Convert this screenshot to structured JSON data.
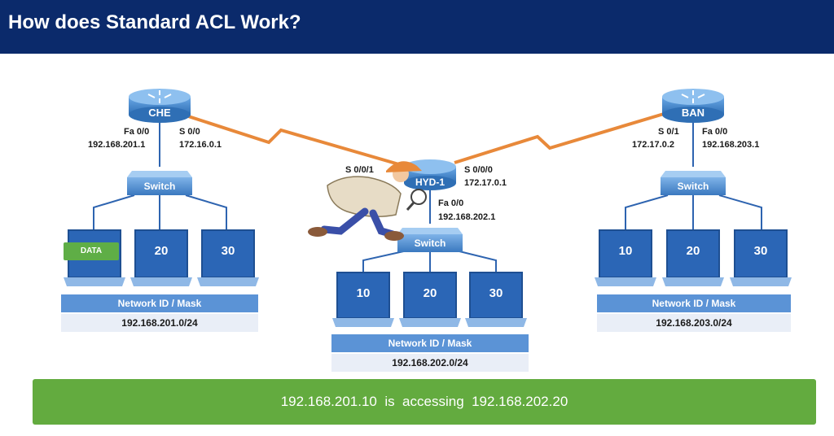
{
  "title": "How does Standard ACL Work?",
  "routers": {
    "che": {
      "name": "CHE",
      "fa_port": "Fa 0/0",
      "fa_ip": "192.168.201.1",
      "s_port": "S 0/0",
      "s_ip": "172.16.0.1"
    },
    "hyd": {
      "name": "HYD-1",
      "s1_port": "S 0/0/1",
      "s0_port": "S 0/0/0",
      "s0_ip": "172.17.0.1",
      "fa_port": "Fa 0/0",
      "fa_ip": "192.168.202.1"
    },
    "ban": {
      "name": "BAN",
      "s_port": "S 0/1",
      "s_ip": "172.17.0.2",
      "fa_port": "Fa 0/0",
      "fa_ip": "192.168.203.1"
    }
  },
  "switch_label": "Switch",
  "networks": {
    "left": {
      "pcs": [
        "20",
        "30"
      ],
      "data_tag": "DATA",
      "bar_label": "Network ID / Mask",
      "address": "192.168.201.0/24"
    },
    "middle": {
      "pcs": [
        "10",
        "20",
        "30"
      ],
      "bar_label": "Network ID / Mask",
      "address": "192.168.202.0/24"
    },
    "right": {
      "pcs": [
        "10",
        "20",
        "30"
      ],
      "bar_label": "Network ID / Mask",
      "address": "192.168.203.0/24"
    }
  },
  "banner": {
    "text": "192.168.201.10  is  accessing  192.168.202.20"
  },
  "colors": {
    "header": "#0b2a6b",
    "router": "#3d7fc6",
    "serial_link": "#e8893a",
    "banner": "#63ab3f"
  }
}
